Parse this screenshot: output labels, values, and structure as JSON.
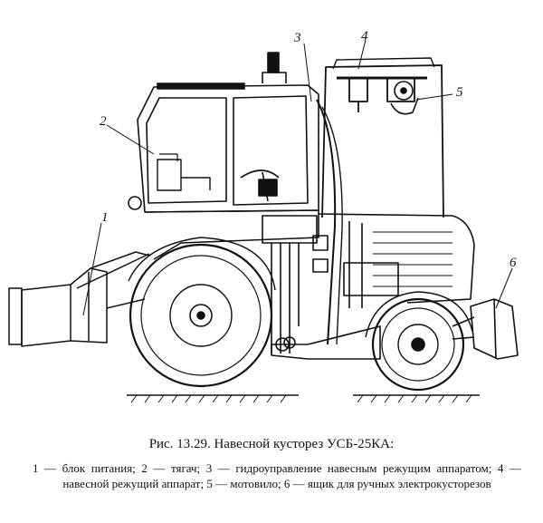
{
  "figure": {
    "callouts": [
      "1",
      "2",
      "3",
      "4",
      "5",
      "6"
    ]
  },
  "caption": {
    "title": "Рис. 13.29. Навесной кусторез УСБ-25КА:",
    "legend": "1 — блок питания; 2 — тягач; 3 — гидроуправление навесным режущим аппаратом; 4 — навесной режущий аппарат; 5 — мотовило; 6 — ящик для ручных электрокусторезов"
  }
}
